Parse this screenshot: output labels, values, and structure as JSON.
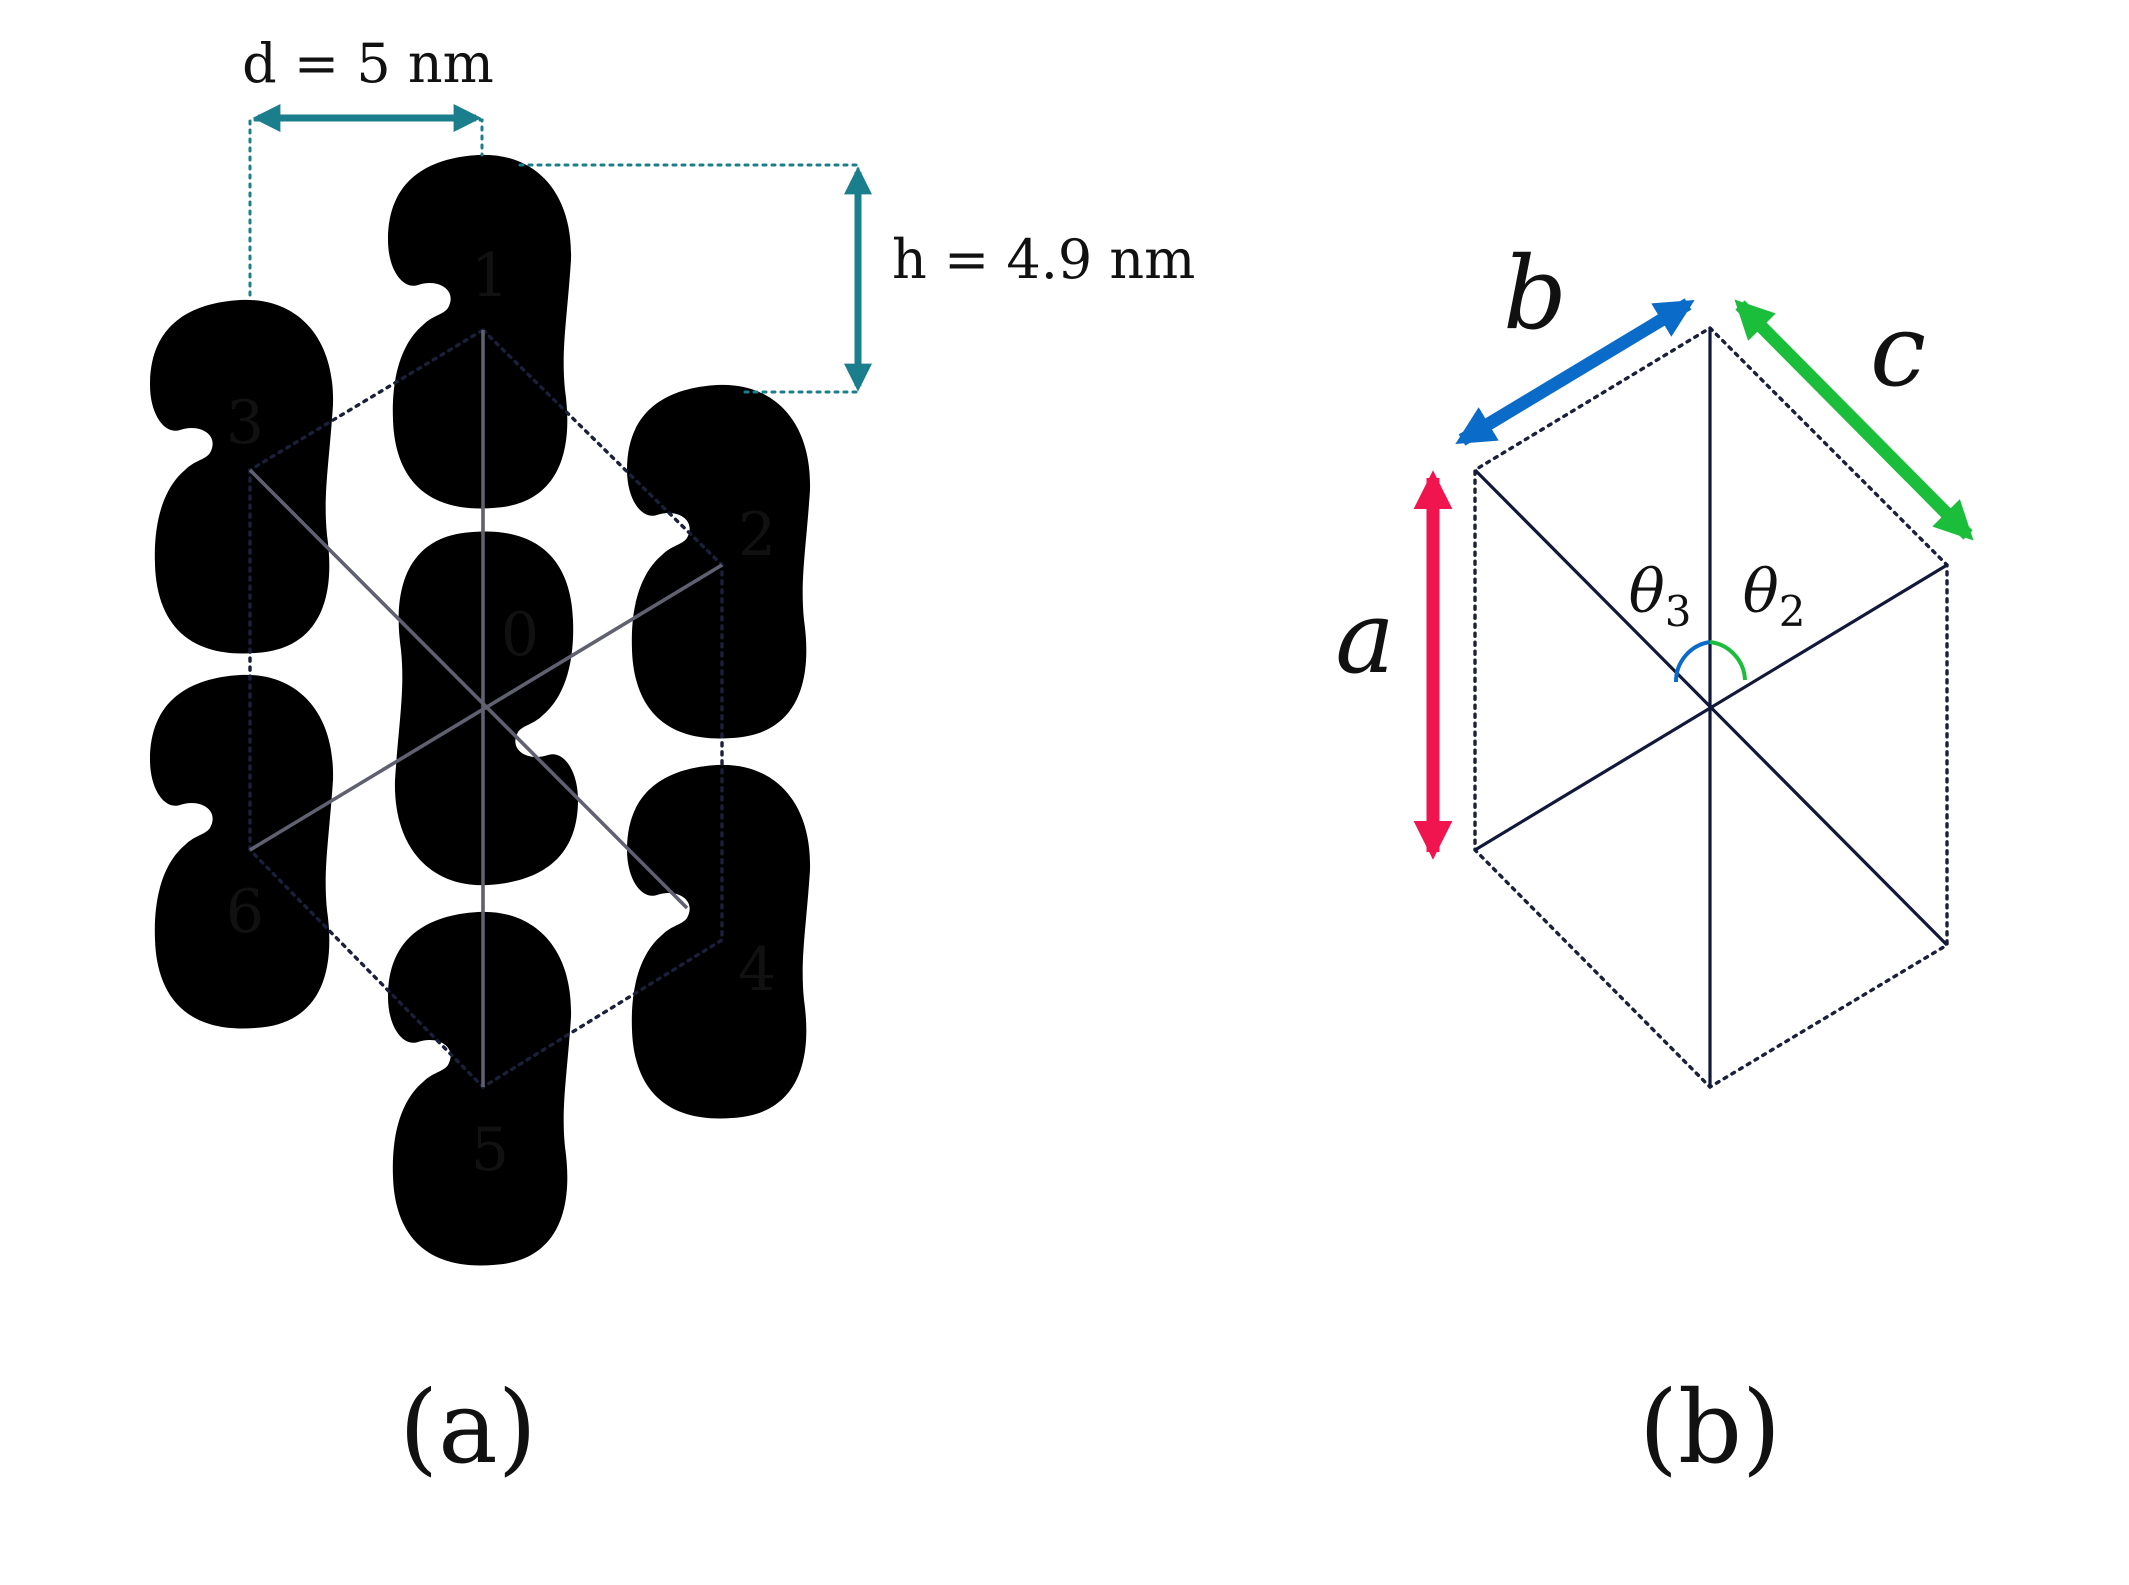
{
  "panel_a": {
    "caption": "(a)",
    "d_label": "d = 5 nm",
    "h_label": "h = 4.9 nm",
    "molecules": [
      {
        "id": "0",
        "label": "0"
      },
      {
        "id": "1",
        "label": "1"
      },
      {
        "id": "2",
        "label": "2"
      },
      {
        "id": "3",
        "label": "3"
      },
      {
        "id": "4",
        "label": "4"
      },
      {
        "id": "5",
        "label": "5"
      },
      {
        "id": "6",
        "label": "6"
      }
    ]
  },
  "panel_b": {
    "caption": "(b)",
    "edge_a": {
      "label": "a",
      "color": "#f0144f"
    },
    "edge_b": {
      "label": "b",
      "color": "#0b6bc8"
    },
    "edge_c": {
      "label": "c",
      "color": "#1bbe3b"
    },
    "theta2": {
      "symbol": "θ",
      "sub": "2",
      "color": "#1bbe3b"
    },
    "theta3": {
      "symbol": "θ",
      "sub": "3",
      "color": "#0b6bc8"
    }
  },
  "colors": {
    "dimension_teal": "#1b7e8c",
    "lattice_gray": "#5f6070",
    "lattice_navy": "#11183a"
  }
}
